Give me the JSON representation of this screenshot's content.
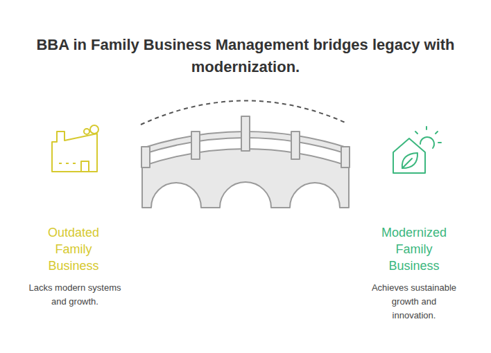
{
  "diagram": {
    "title": "BBA in Family Business Management bridges legacy with modernization.",
    "labels": [
      "Outdated Family Business",
      "Lacks modern systems and growth.",
      "Modernized Family Business",
      "Achieves sustainable growth and innovation."
    ]
  }
}
